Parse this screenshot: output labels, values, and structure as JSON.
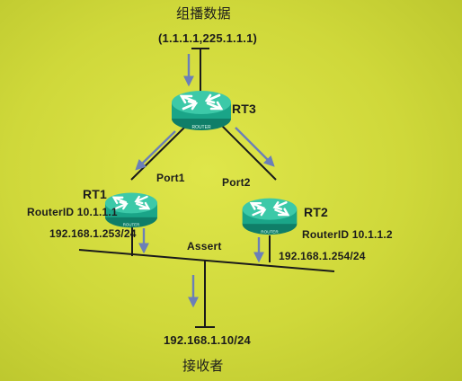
{
  "diagram": {
    "source_title": "组播数据",
    "source_group": "(1.1.1.1,225.1.1.1)",
    "receiver_title": "接收者",
    "receiver_ip": "192.168.1.10/24",
    "rt3": {
      "name": "RT3",
      "badge": "ROUTER"
    },
    "rt1": {
      "name": "RT1",
      "router_id": "RouterID 10.1.1.1",
      "ip": "192.168.1.253/24",
      "badge": "ROUTER",
      "port": "Port1"
    },
    "rt2": {
      "name": "RT2",
      "router_id": "RouterID 10.1.1.2",
      "ip": "192.168.1.254/24",
      "badge": "ROUTER",
      "port": "Port2"
    },
    "segment_label": "Assert"
  },
  "colors": {
    "background": "#cfd83a",
    "router_body": "#1aa588",
    "router_top": "#3cc9a8",
    "line": "#1a1a1a",
    "flow_arrow": "#6b7fb8"
  }
}
